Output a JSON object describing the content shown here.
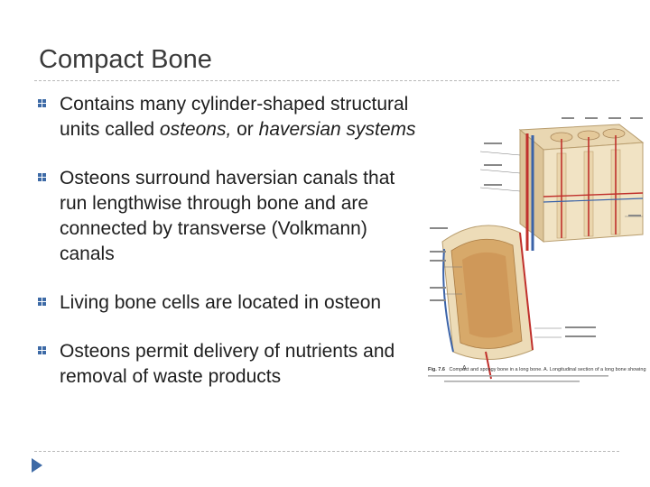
{
  "slide": {
    "title": "Compact Bone",
    "bullets": [
      {
        "parts": [
          {
            "text": "Contains many cylinder-shaped structural units called "
          },
          {
            "text": "osteons,",
            "italic": true
          },
          {
            "text": " or "
          },
          {
            "text": "haversian systems",
            "italic": true
          }
        ]
      },
      {
        "parts": [
          {
            "text": "Osteons surround haversian canals that run lengthwise through bone and are connected by transverse (Volkmann) canals"
          }
        ]
      },
      {
        "parts": [
          {
            "text": "Living bone cells are located in osteon"
          }
        ]
      },
      {
        "parts": [
          {
            "text": "Osteons permit delivery of nutrients and removal of waste products"
          }
        ]
      }
    ],
    "bullet_icon": "bullet-square-icon",
    "nav_icon": "nav-triangle-icon",
    "accent_color": "#3d6aa6",
    "rule_color": "#b8b8b8"
  },
  "figure": {
    "subject": "Diagram of compact and spongy bone structure",
    "caption_label": "Fig. 7.6",
    "caption_text": "Compact and spongy bone in a long bone. A. Longitudinal section of a long bone showing",
    "label_a": "A"
  }
}
